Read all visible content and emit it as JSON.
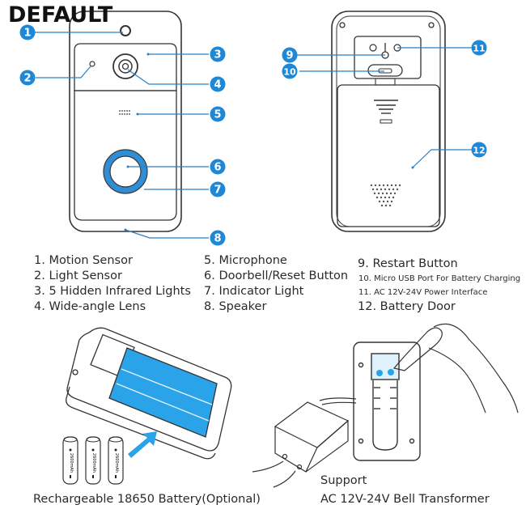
{
  "watermark": "DEFAULT",
  "colors": {
    "accent": "#1e88d6",
    "line": "#333333",
    "battery_blue": "#2aa3e8"
  },
  "callouts": [
    {
      "number": "1"
    },
    {
      "number": "2"
    },
    {
      "number": "3"
    },
    {
      "number": "4"
    },
    {
      "number": "5"
    },
    {
      "number": "6"
    },
    {
      "number": "7"
    },
    {
      "number": "8"
    },
    {
      "number": "9"
    },
    {
      "number": "10"
    },
    {
      "number": "11"
    },
    {
      "number": "12"
    }
  ],
  "legend": {
    "items": [
      "1. Motion Sensor",
      "2. Light Sensor",
      "3. 5 Hidden Infrared Lights",
      "4. Wide-angle Lens",
      "5. Microphone",
      "6. Doorbell/Reset Button",
      "7. Indicator Light",
      "8. Speaker",
      "9. Restart Button",
      "10. Micro USB Port For Battery Charging",
      "11. AC 12V-24V Power Interface",
      "12. Battery Door"
    ]
  },
  "battery_label": "2600mAh",
  "captions": {
    "battery": "Rechargeable 18650 Battery(Optional)",
    "support": "Support",
    "transformer": "AC 12V-24V Bell Transformer"
  }
}
